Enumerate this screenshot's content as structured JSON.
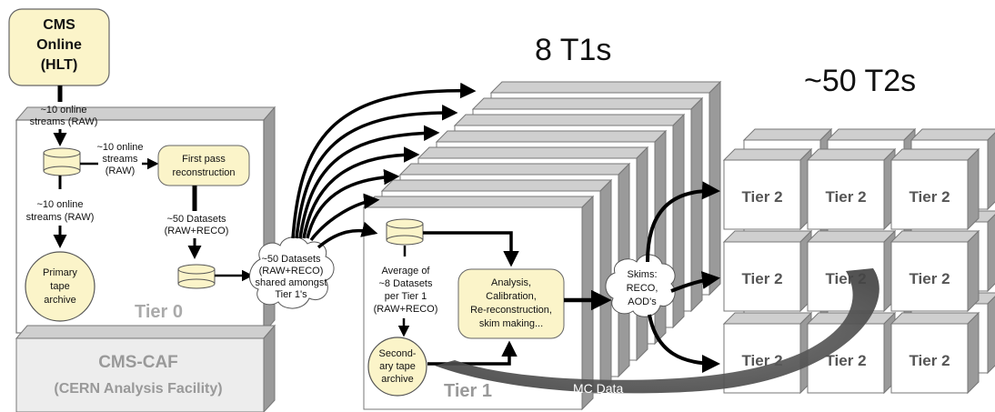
{
  "headings": {
    "t1": "8 T1s",
    "t2": "~50 T2s"
  },
  "cms_online": [
    "CMS",
    "Online",
    "(HLT)"
  ],
  "stream_label_top": [
    "~10 online",
    "streams (RAW)"
  ],
  "stream_label_mid": [
    "~10 online",
    "streams",
    "(RAW)"
  ],
  "stream_label_left": [
    "~10 online",
    "streams (RAW)"
  ],
  "first_pass": [
    "First pass",
    "reconstruction"
  ],
  "datasets_t0": [
    "~50 Datasets",
    "(RAW+RECO)"
  ],
  "primary_tape": [
    "Primary",
    "tape",
    "archive"
  ],
  "tier0_label": "Tier 0",
  "caf": [
    "CMS-CAF",
    "(CERN Analysis Facility)"
  ],
  "cloud_datasets": [
    "~50 Datasets",
    "(RAW+RECO)",
    "shared amongst",
    "Tier 1's"
  ],
  "avg_datasets": [
    "Average of",
    "~8 Datasets",
    "per Tier 1",
    "(RAW+RECO)"
  ],
  "analysis": [
    "Analysis,",
    "Calibration,",
    "Re-reconstruction,",
    "skim making..."
  ],
  "secondary_tape": [
    "Second-",
    "ary tape",
    "archive"
  ],
  "tier1_label": "Tier 1",
  "skims": [
    "Skims:",
    "RECO,",
    "AOD's"
  ],
  "tier2_label": "Tier 2",
  "mc_data": "MC Data",
  "colors": {
    "box_fill": "#fbf4c9",
    "face": "#ffffff",
    "side": "#9a9a9a",
    "top": "#cfcfcf",
    "caf_fill": "#ededed",
    "arrow": "#000000",
    "mc_arrow": "#555555"
  }
}
